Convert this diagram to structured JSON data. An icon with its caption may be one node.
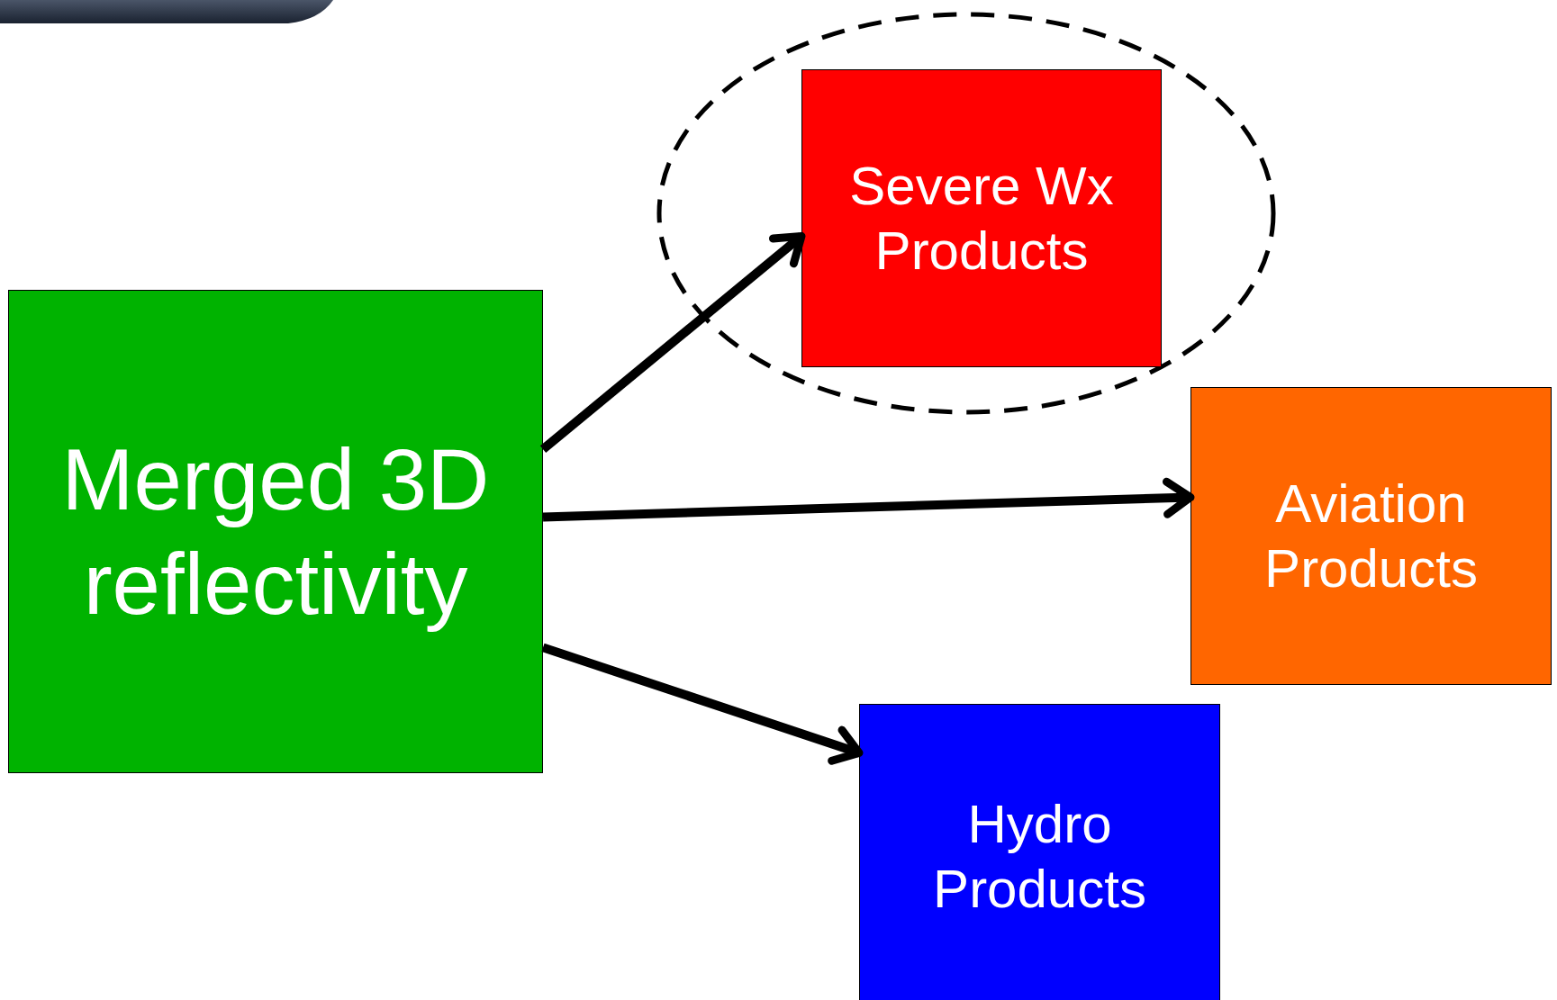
{
  "diagram": {
    "nodes": [
      {
        "text": [
          "Merged 3D reflectivity"
        ]
      },
      {
        "text": [],
        "shape": "ellipse"
      },
      {
        "text": [
          "Severe Wx Products"
        ],
        "in": 1
      },
      {
        "text": [
          "Aviation Products"
        ]
      },
      {
        "text": [
          "Hydro Products"
        ]
      }
    ],
    "edges": [
      {
        "from": 0,
        "to": 2,
        "arrow": "to"
      },
      {
        "from": 0,
        "to": 3,
        "arrow": "to"
      },
      {
        "from": 0,
        "to": 4,
        "arrow": "to"
      }
    ]
  }
}
